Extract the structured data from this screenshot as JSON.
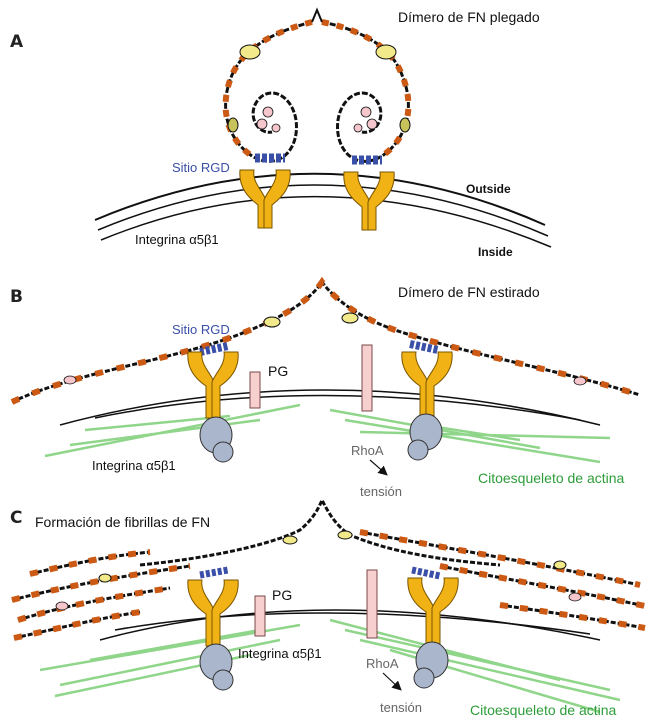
{
  "colors": {
    "fn_dark": "#cc5a14",
    "fn_light": "#f2e98a",
    "fn_pink": "#f5c6cc",
    "integrin_gold": "#f0b214",
    "integrin_blue": "#3a4fa8",
    "cytoplasm_domain": "#aab6cc",
    "actin": "#8fd58a",
    "pg": "#f7cfcf",
    "label_blue": "#3a4fa8",
    "label_green": "#2e9d3a"
  },
  "panel_a": {
    "letter": "A",
    "title": "Dímero de FN plegado",
    "rgd": "Sitio RGD",
    "integrin": "Integrina α5β1",
    "outside": "Outside",
    "inside": "Inside"
  },
  "panel_b": {
    "letter": "B",
    "title": "Dímero de FN estirado",
    "rgd": "Sitio RGD",
    "pg": "PG",
    "integrin": "Integrina α5β1",
    "rhoa": "RhoA",
    "tension": "tensión",
    "actin": "Citoesqueleto de actina"
  },
  "panel_c": {
    "letter": "C",
    "title": "Formación de fibrillas de FN",
    "pg": "PG",
    "integrin": "Integrina α5β1",
    "rhoa": "RhoA",
    "tension": "tensión",
    "actin": "Citoesqueleto de actina"
  }
}
